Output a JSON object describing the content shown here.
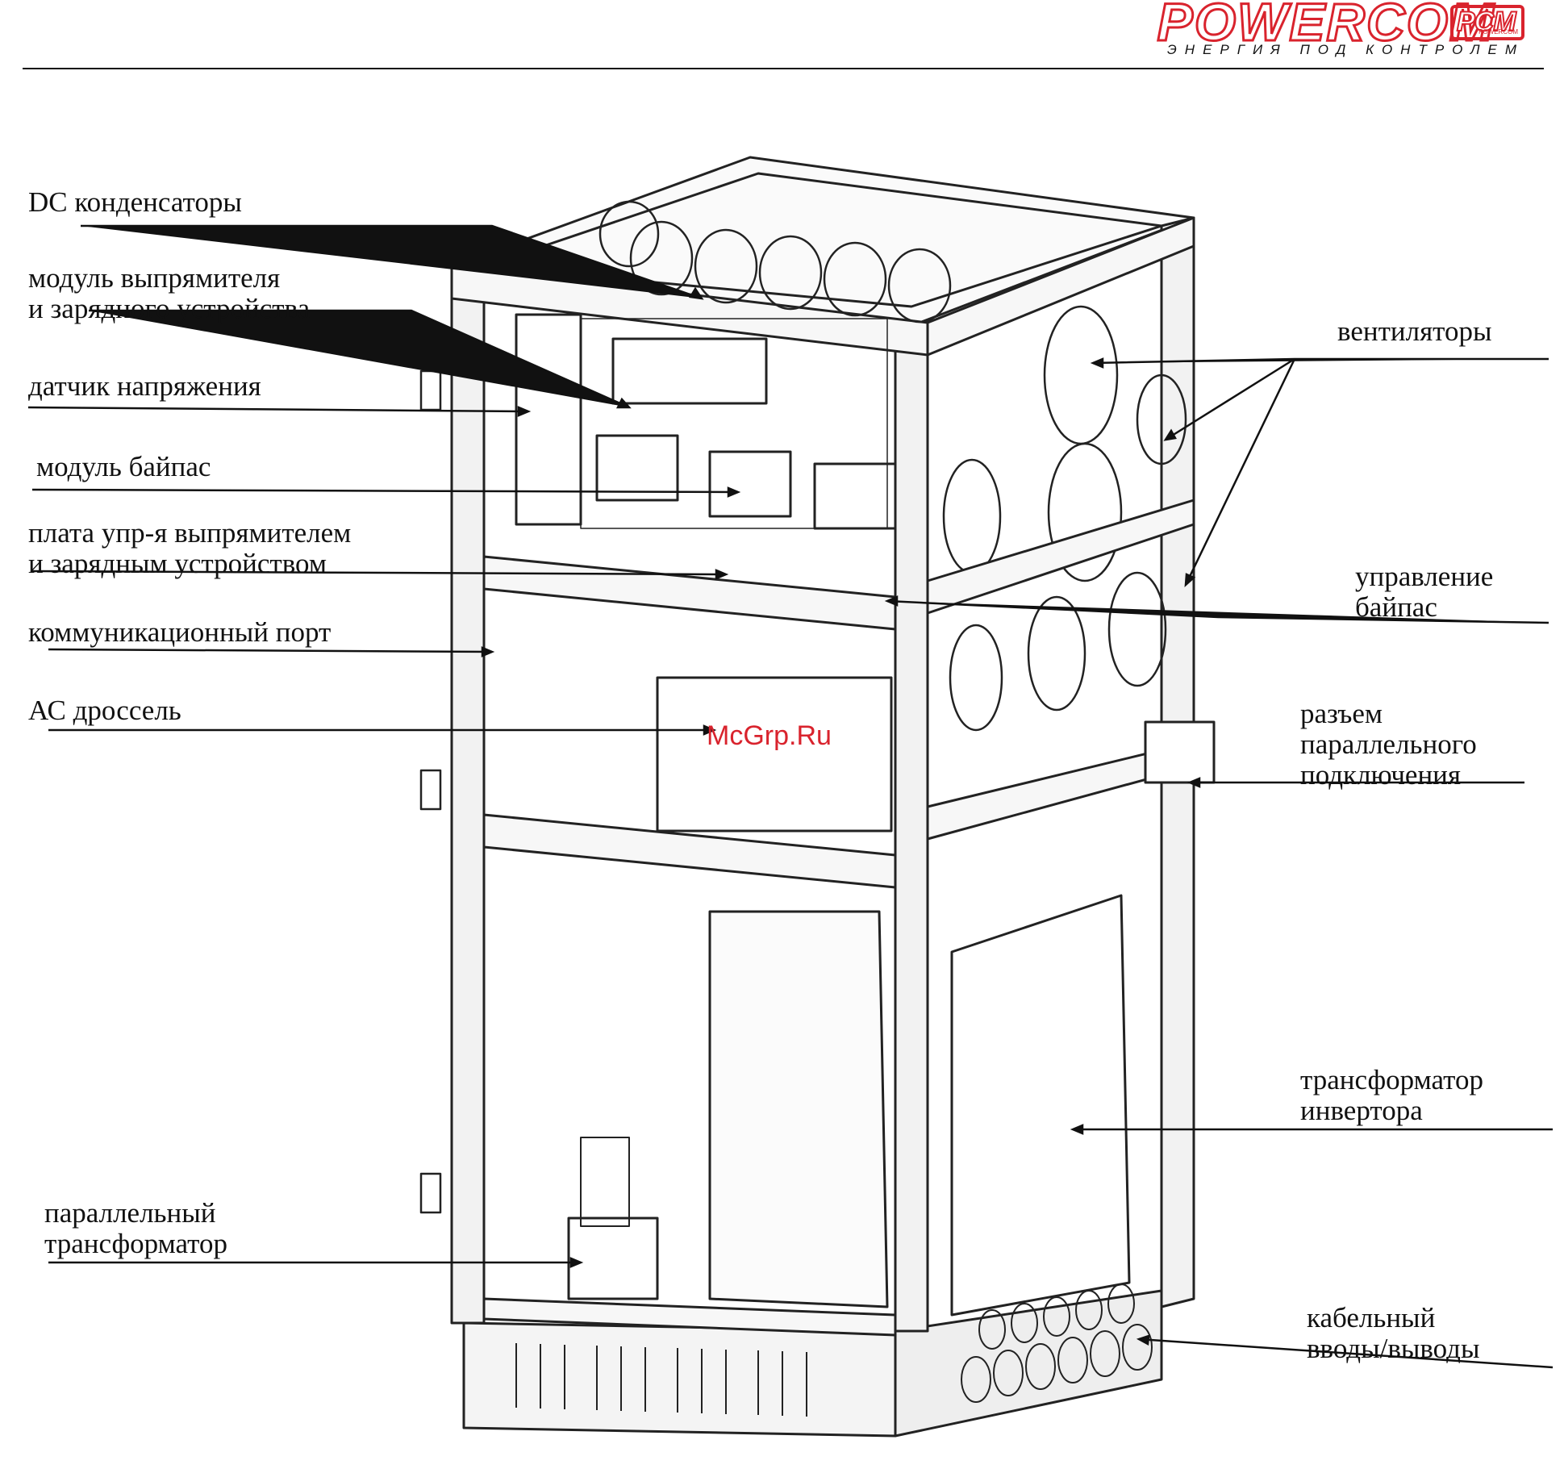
{
  "logo": {
    "brand": "POWERCOM",
    "badge": "PCM",
    "badge_small": "POWERCOM",
    "tagline": "ЭНЕРГИЯ ПОД КОНТРОЛЕМ",
    "color": "#d9232d"
  },
  "watermark": "McGrp.Ru",
  "labels": {
    "dc_capacitors": "DC конденсаторы",
    "rectifier_module": "модуль выпрямителя\nи зарядного устройства",
    "voltage_sensor": "датчик напряжения",
    "bypass_module": "модуль байпас",
    "control_board": "плата упр-я выпрямителем\nи зарядным устройством",
    "comm_port": "коммуникационный порт",
    "ac_choke": "АС дроссель",
    "parallel_transformer": "параллельный\nтрансформатор",
    "fans": "вентиляторы",
    "bypass_control": "управление\nбайпас",
    "parallel_connector": "разъем\nпараллельного\nподключения",
    "inverter_transformer": "трансформатор\nинвертора",
    "cable_io": "кабельный\nвводы/выводы"
  }
}
